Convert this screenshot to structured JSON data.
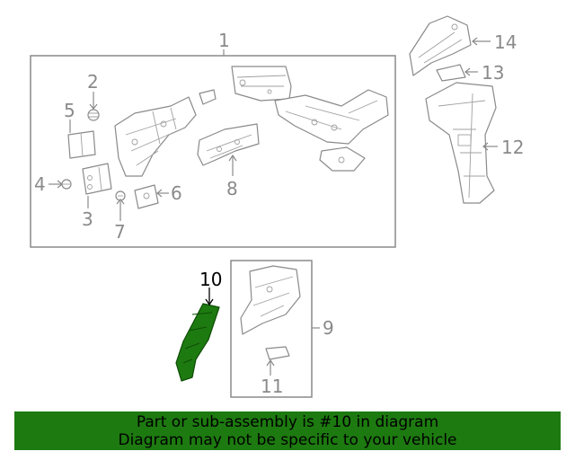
{
  "callouts": {
    "c1": "1",
    "c2": "2",
    "c3": "3",
    "c4": "4",
    "c5": "5",
    "c6": "6",
    "c7": "7",
    "c8": "8",
    "c9": "9",
    "c10": "10",
    "c11": "11",
    "c12": "12",
    "c13": "13",
    "c14": "14"
  },
  "highlight_color": "#1d7a10",
  "banner": {
    "line1": "Part or sub-assembly is #10 in diagram",
    "line2": "Diagram may not be specific to your vehicle"
  }
}
